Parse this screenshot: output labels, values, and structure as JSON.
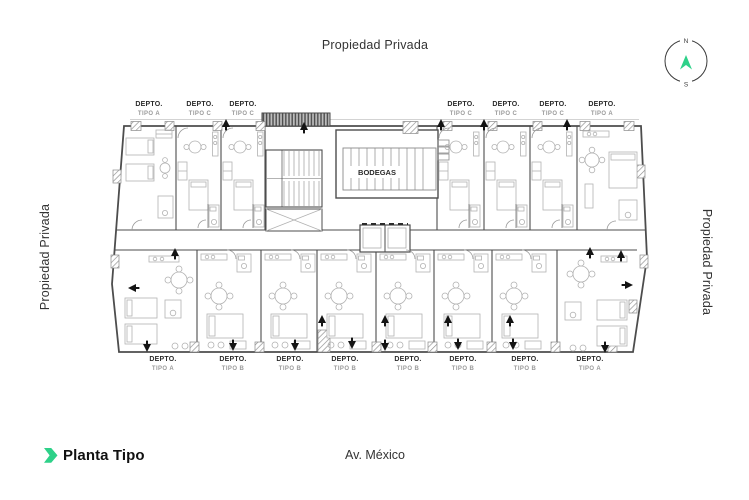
{
  "labels": {
    "top": "Propiedad Privada",
    "left": "Propiedad Privada",
    "right": "Propiedad Privada",
    "street": "Av. México",
    "legend": "Planta Tipo"
  },
  "compass": {
    "north": "N",
    "south": "S"
  },
  "plan": {
    "central_room": "BODEGAS",
    "units_top": [
      {
        "name": "DEPTO.",
        "type": "TIPO A"
      },
      {
        "name": "DEPTO.",
        "type": "TIPO C"
      },
      {
        "name": "DEPTO.",
        "type": "TIPO C"
      },
      {
        "name": "DEPTO.",
        "type": "TIPO C"
      },
      {
        "name": "DEPTO.",
        "type": "TIPO C"
      },
      {
        "name": "DEPTO.",
        "type": "TIPO C"
      },
      {
        "name": "DEPTO.",
        "type": "TIPO A"
      }
    ],
    "units_bottom": [
      {
        "name": "DEPTO.",
        "type": "TIPO A"
      },
      {
        "name": "DEPTO.",
        "type": "TIPO B"
      },
      {
        "name": "DEPTO.",
        "type": "TIPO B"
      },
      {
        "name": "DEPTO.",
        "type": "TIPO B"
      },
      {
        "name": "DEPTO.",
        "type": "TIPO B"
      },
      {
        "name": "DEPTO.",
        "type": "TIPO B"
      },
      {
        "name": "DEPTO.",
        "type": "TIPO B"
      },
      {
        "name": "DEPTO.",
        "type": "TIPO A"
      }
    ]
  },
  "colors": {
    "accent_green": "#2ed189",
    "wall": "#4d4d4d",
    "furniture": "#b2b2b2"
  }
}
